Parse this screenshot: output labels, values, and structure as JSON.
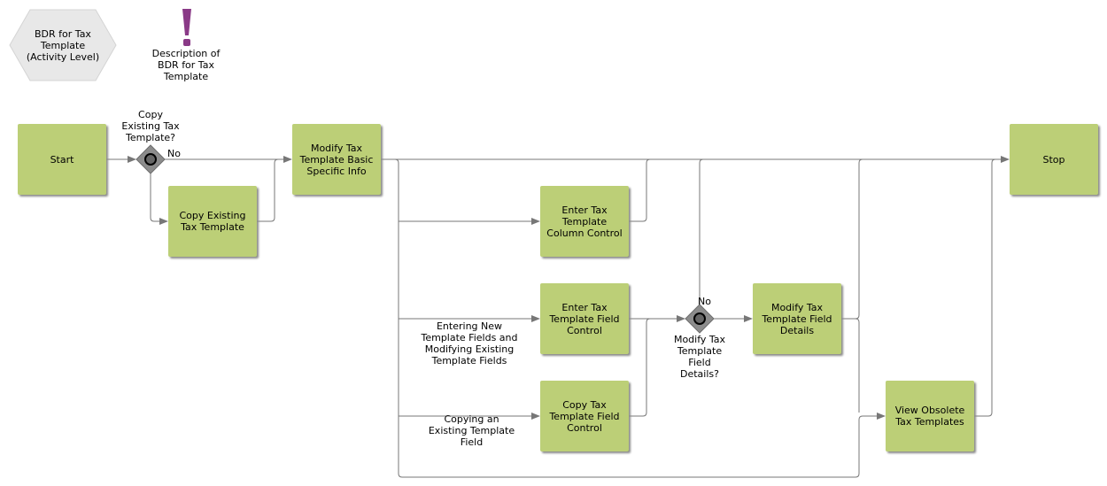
{
  "header": {
    "hex_label": "BDR for Tax\nTemplate\n(Activity Level)",
    "description_label": "Description of\nBDR for Tax\nTemplate",
    "description_icon": "exclamation-icon"
  },
  "colors": {
    "activity_fill": "#bccf77",
    "connector": "#777777",
    "hex_fill": "#e8e8e8",
    "exclamation": "#8a3a87",
    "gateway_fill": "#8c8c8c"
  },
  "nodes": {
    "start": "Start",
    "copy_existing": "Copy Existing\nTax Template",
    "modify_basic": "Modify Tax\nTemplate Basic\nSpecific Info",
    "enter_column": "Enter Tax\nTemplate\nColumn Control",
    "enter_field": "Enter Tax\nTemplate Field\nControl",
    "copy_field": "Copy Tax\nTemplate Field\nControl",
    "modify_field_details": "Modify Tax\nTemplate Field\nDetails",
    "view_obsolete": "View Obsolete\nTax Templates",
    "stop": "Stop"
  },
  "gateways": {
    "g1_question": "Copy\nExisting Tax\nTemplate?",
    "g1_no": "No",
    "g2_question": "Modify Tax\nTemplate\nField\nDetails?",
    "g2_no": "No"
  },
  "edge_labels": {
    "entering_new": "Entering New\nTemplate Fields and\nModifying Existing\nTemplate Fields",
    "copying_existing": "Copying an\nExisting Template\nField"
  }
}
